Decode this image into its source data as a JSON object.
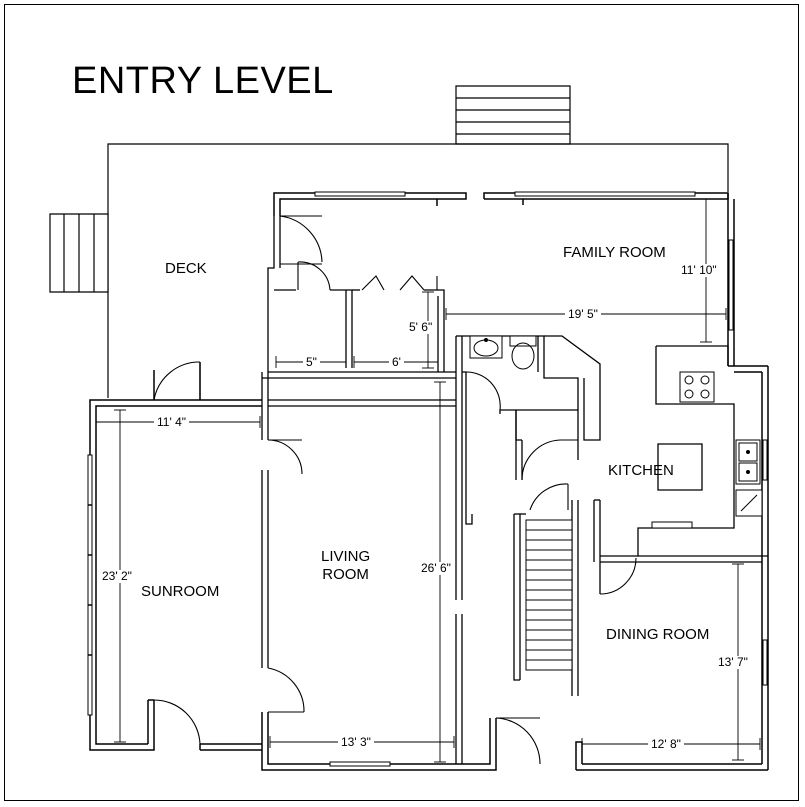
{
  "title": "ENTRY LEVEL",
  "rooms": {
    "deck": "DECK",
    "family_room": "FAMILY ROOM",
    "kitchen": "KITCHEN",
    "living_room_line1": "LIVING",
    "living_room_line2": "ROOM",
    "sunroom": "SUNROOM",
    "dining_room": "DINING ROOM"
  },
  "dimensions": {
    "family_room_depth": "11' 10\"",
    "family_room_width": "19' 5\"",
    "closet_depth": "5' 6\"",
    "closet_a_width": "5\"",
    "closet_b_width": "6'",
    "sunroom_width": "11' 4\"",
    "sunroom_depth": "23' 2\"",
    "living_room_depth": "26' 6\"",
    "living_room_width": "13' 3\"",
    "dining_room_depth": "13' 7\"",
    "dining_room_width": "12' 8\""
  }
}
